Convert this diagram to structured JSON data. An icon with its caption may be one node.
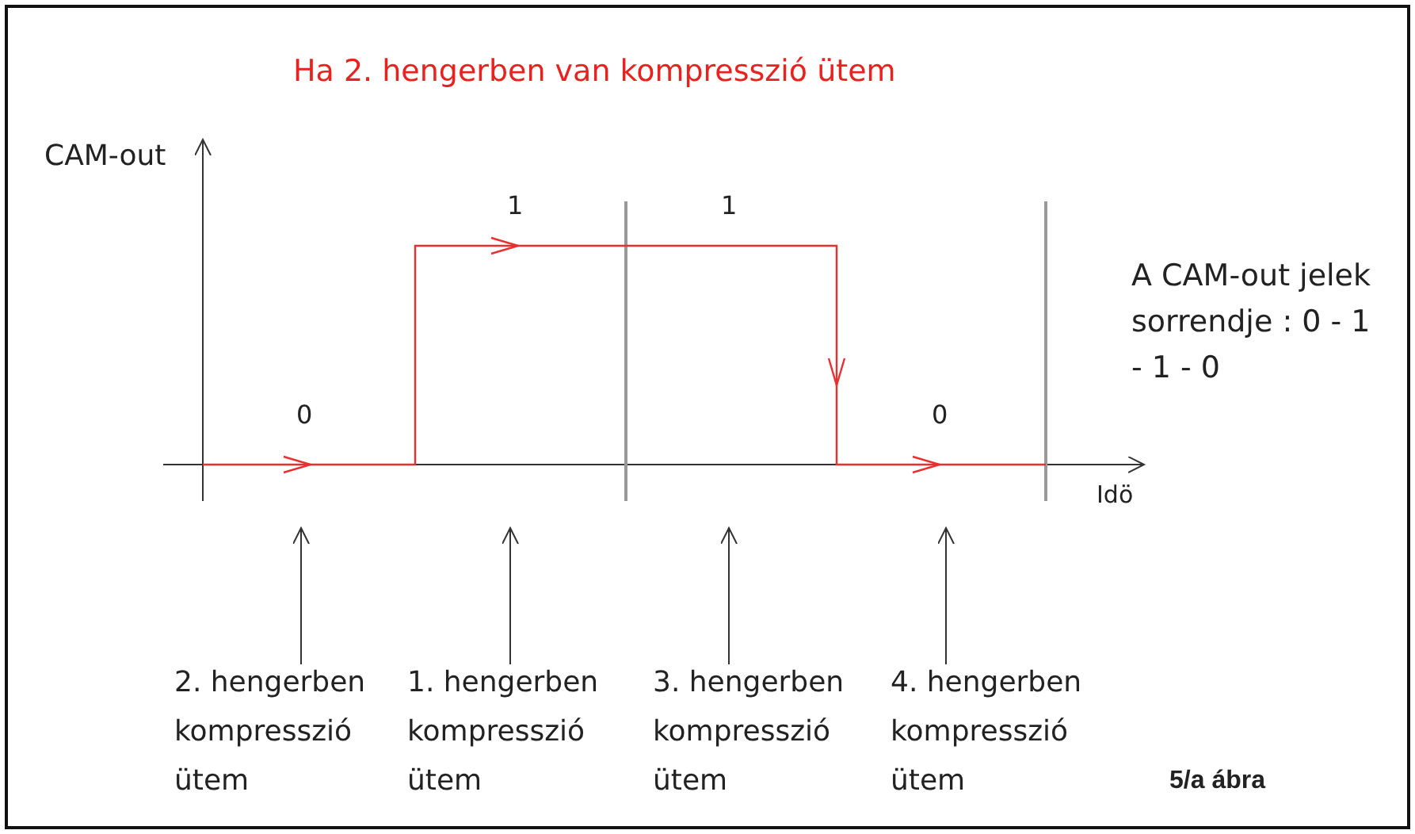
{
  "diagram": {
    "title": "Ha 2. hengerben van kompresszió ütem",
    "caption": "5/a ábra",
    "nodes": [
      {
        "text": [
          "2. hengerben kompresszió ütem"
        ]
      },
      {
        "text": [
          "1. hengerben kompresszió ütem"
        ]
      },
      {
        "text": [
          "3. hengerben kompresszió ütem"
        ]
      },
      {
        "text": [
          "4. hengerben kompresszió ütem"
        ]
      }
    ],
    "edges": [
      {
        "from": 0,
        "to": null,
        "arrow": "to"
      },
      {
        "from": 1,
        "to": null,
        "arrow": "to"
      },
      {
        "from": 2,
        "to": null,
        "arrow": "to"
      },
      {
        "from": 3,
        "to": null,
        "arrow": "to"
      }
    ],
    "labels": [
      "CAM-out",
      "1",
      "1",
      "A CAM-out jelek sorrendje : 0 - 1 - 1 - 0",
      "0",
      "0",
      "Idö"
    ]
  }
}
